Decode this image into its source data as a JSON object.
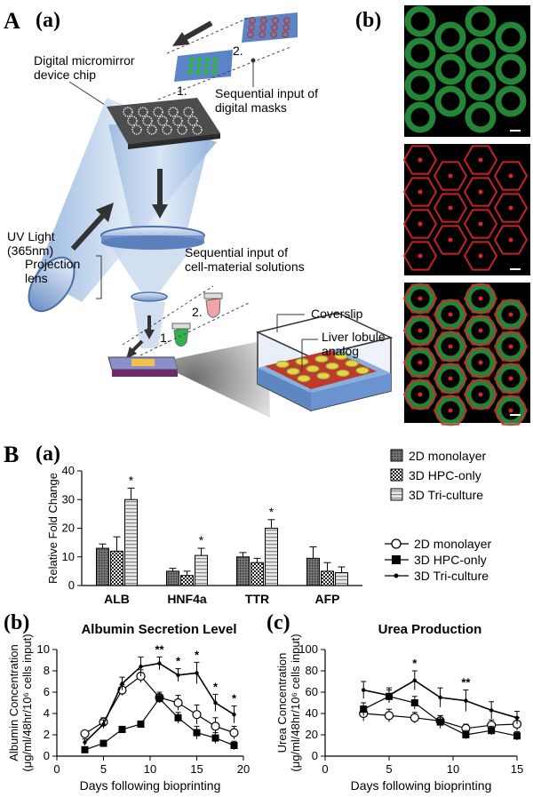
{
  "panel_labels": {
    "A": "A",
    "A_a": "(a)",
    "A_b": "(b)",
    "B": "B",
    "B_a": "(a)",
    "B_b": "(b)",
    "B_c": "(c)"
  },
  "schematic": {
    "dmd_label": "Digital micromirror\ndevice chip",
    "masks_label": "Sequential input of\ndigital masks",
    "mask_1": "1.",
    "mask_2": "2.",
    "uv_label": "UV Light\n(365nm)",
    "projection_label": "Projection\nlens",
    "solutions_label": "Sequential input of\ncell-material solutions",
    "solution_1": "1.",
    "solution_2": "2.",
    "coverslip_label": "Coverslip",
    "lobule_label": "Liver lobule\nanalog"
  },
  "colors": {
    "green_stain": "#2fb34a",
    "red_stain": "#d8262b",
    "beam": "#a9c4e6",
    "chip": "#555555",
    "well_blue": "#7fa7d8"
  },
  "chart_data": [
    {
      "type": "bar",
      "ylabel": "Relative Fold Change",
      "categories": [
        "ALB",
        "HNF4a",
        "TTR",
        "AFP"
      ],
      "ylim": [
        0,
        40
      ],
      "yticks": [
        0,
        10,
        20,
        30,
        40
      ],
      "series": [
        {
          "name": "2D monolayer",
          "values": [
            13,
            5,
            10,
            9.5
          ],
          "errors": [
            1.5,
            1,
            1.5,
            4
          ]
        },
        {
          "name": "3D HPC-only",
          "values": [
            12,
            3.5,
            8,
            5
          ],
          "errors": [
            5,
            1.5,
            1.5,
            3
          ]
        },
        {
          "name": "3D Tri-culture",
          "values": [
            30,
            10.5,
            20,
            4.5
          ],
          "errors": [
            4,
            2.5,
            3,
            2
          ]
        }
      ],
      "significance": [
        {
          "category": "ALB",
          "mark": "*"
        },
        {
          "category": "HNF4a",
          "mark": "*"
        },
        {
          "category": "TTR",
          "mark": "*"
        }
      ],
      "legend": "right"
    },
    {
      "type": "line",
      "title": "Albumin Secretion Level",
      "xlabel": "Days following bioprinting",
      "ylabel": "Albumin Concentration\n(μg/ml/48hr/10⁶ cells input)",
      "xlim": [
        0,
        20
      ],
      "ylim": [
        0,
        10
      ],
      "xticks": [
        0,
        5,
        10,
        15,
        20
      ],
      "yticks": [
        0,
        2,
        4,
        6,
        8,
        10
      ],
      "x": [
        3,
        5,
        7,
        9,
        11,
        13,
        15,
        17,
        19
      ],
      "series": [
        {
          "name": "2D monolayer",
          "values": [
            2.1,
            3.2,
            6.2,
            7.5,
            5.5,
            5.0,
            3.9,
            2.8,
            2.2
          ],
          "errors": [
            0.3,
            0.4,
            0.5,
            0.6,
            0.5,
            0.7,
            0.9,
            0.8,
            0.6
          ]
        },
        {
          "name": "3D HPC-only",
          "values": [
            0.6,
            1.2,
            2.5,
            3.0,
            5.4,
            3.6,
            2.2,
            1.7,
            1.0
          ],
          "errors": [
            0.1,
            0.2,
            0.3,
            0.3,
            0.4,
            0.5,
            0.6,
            0.5,
            0.4
          ]
        },
        {
          "name": "3D Tri-culture",
          "values": [
            1.3,
            3.0,
            6.8,
            8.4,
            8.7,
            7.6,
            7.8,
            5.0,
            3.9
          ],
          "errors": [
            0.3,
            0.4,
            0.6,
            0.9,
            0.6,
            0.6,
            1.0,
            0.8,
            0.8
          ]
        }
      ],
      "significance": [
        {
          "x": 11,
          "mark": "**"
        },
        {
          "x": 13,
          "mark": "*"
        },
        {
          "x": 15,
          "mark": "*"
        },
        {
          "x": 17,
          "mark": "*"
        },
        {
          "x": 19,
          "mark": "*"
        }
      ]
    },
    {
      "type": "line",
      "title": "Urea Production",
      "xlabel": "Days following bioprinting",
      "ylabel": "Urea Concentration\n(μg/ml/48hr/10⁶ cells input)",
      "xlim": [
        0,
        15
      ],
      "ylim": [
        0,
        100
      ],
      "xticks": [
        0,
        5,
        10,
        15
      ],
      "yticks": [
        0,
        20,
        40,
        60,
        80,
        100
      ],
      "x": [
        3,
        5,
        7,
        9,
        11,
        13,
        15
      ],
      "series": [
        {
          "name": "2D monolayer",
          "values": [
            40,
            38,
            36,
            33,
            26,
            29,
            30
          ],
          "errors": [
            7,
            6,
            5,
            5,
            4,
            5,
            6
          ]
        },
        {
          "name": "3D HPC-only",
          "values": [
            44,
            56,
            50,
            32,
            20,
            24,
            19
          ],
          "errors": [
            6,
            6,
            6,
            6,
            4,
            4,
            4
          ]
        },
        {
          "name": "3D Tri-culture",
          "values": [
            62,
            57,
            71,
            55,
            52,
            43,
            36
          ],
          "errors": [
            8,
            7,
            9,
            9,
            10,
            8,
            6
          ]
        }
      ],
      "significance": [
        {
          "x": 7,
          "mark": "*"
        },
        {
          "x": 11,
          "mark": "**"
        }
      ]
    }
  ],
  "legend_bar": [
    "2D monolayer",
    "3D HPC-only",
    "3D Tri-culture"
  ],
  "legend_line": [
    "2D monolayer",
    "3D HPC-only",
    "3D Tri-culture"
  ]
}
